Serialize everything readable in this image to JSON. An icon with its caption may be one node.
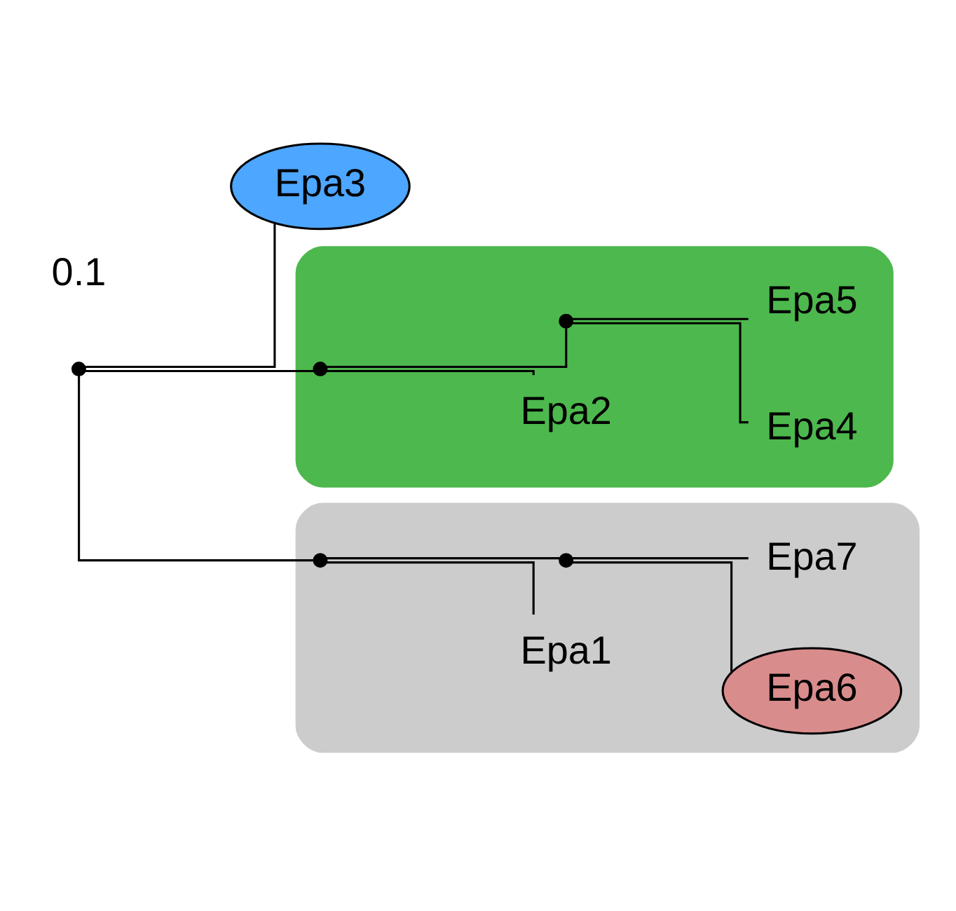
{
  "diagram": {
    "nodes": [
      {
        "text": [],
        "shape": "dot"
      },
      {
        "text": [
          "Epa3"
        ]
      },
      {
        "text": [],
        "shape": "ellipse"
      },
      {
        "text": [],
        "shape": "dot",
        "in": 2
      },
      {
        "text": [
          "Epa2"
        ],
        "in": 2
      },
      {
        "text": [],
        "shape": "dot",
        "in": 2
      },
      {
        "text": [
          "Epa4"
        ],
        "in": 2
      },
      {
        "text": [
          "Epa5"
        ],
        "in": 2
      },
      {
        "text": [],
        "shape": "ellipse"
      },
      {
        "text": [],
        "shape": "dot",
        "in": 8
      },
      {
        "text": [
          "Epa1"
        ],
        "in": 8
      },
      {
        "text": [],
        "shape": "dot",
        "in": 8
      },
      {
        "text": [
          "Epa6"
        ],
        "in": 8
      },
      {
        "text": [
          "Epa7"
        ],
        "in": 8
      }
    ],
    "edges": [
      {
        "from": 0,
        "to": 1,
        "arrow": "none"
      },
      {
        "from": 0,
        "to": 3,
        "arrow": "none"
      },
      {
        "from": 3,
        "to": 4,
        "arrow": "none"
      },
      {
        "from": 3,
        "to": 5,
        "arrow": "none"
      },
      {
        "from": 5,
        "to": 6,
        "arrow": "none"
      },
      {
        "from": 5,
        "to": 7,
        "arrow": "none"
      },
      {
        "from": 0,
        "to": 9,
        "arrow": "none"
      },
      {
        "from": 9,
        "to": 10,
        "arrow": "none"
      },
      {
        "from": 9,
        "to": 11,
        "arrow": "none"
      },
      {
        "from": 11,
        "to": 12,
        "arrow": "none"
      },
      {
        "from": 11,
        "to": 13,
        "arrow": "none"
      }
    ],
    "labels": [
      "0.1"
    ]
  }
}
